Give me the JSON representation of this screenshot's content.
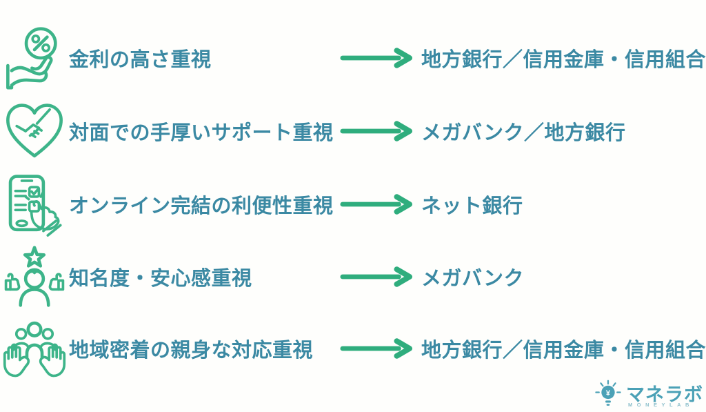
{
  "colors": {
    "background": "#fefefc",
    "icon-green": "#3db489",
    "arrow-green": "#2fad7d",
    "label-teal": "#3b89a3",
    "logo-teal": "#4ba1b6",
    "logo-sub-teal": "#8ec0cc"
  },
  "rows": [
    {
      "icon": "percent-hand-icon",
      "label": "金利の高さ重視",
      "result": "地方銀行／信用金庫・信用組合"
    },
    {
      "icon": "heart-handshake-icon",
      "label": "対面での手厚いサポート重視",
      "result": "メガバンク／地方銀行"
    },
    {
      "icon": "smartphone-tap-icon",
      "label": "オンライン完結の利便性重視",
      "result": "ネット銀行"
    },
    {
      "icon": "reputation-person-icon",
      "label": "知名度・安心感重視",
      "result": "メガバンク"
    },
    {
      "icon": "community-hands-icon",
      "label": "地域密着の親身な対応重視",
      "result": "地方銀行／信用金庫・信用組合"
    }
  ],
  "logo": {
    "wordmark": "マネラボ",
    "subtext": "MONEYLAB",
    "bulb_glyph": "¥"
  }
}
